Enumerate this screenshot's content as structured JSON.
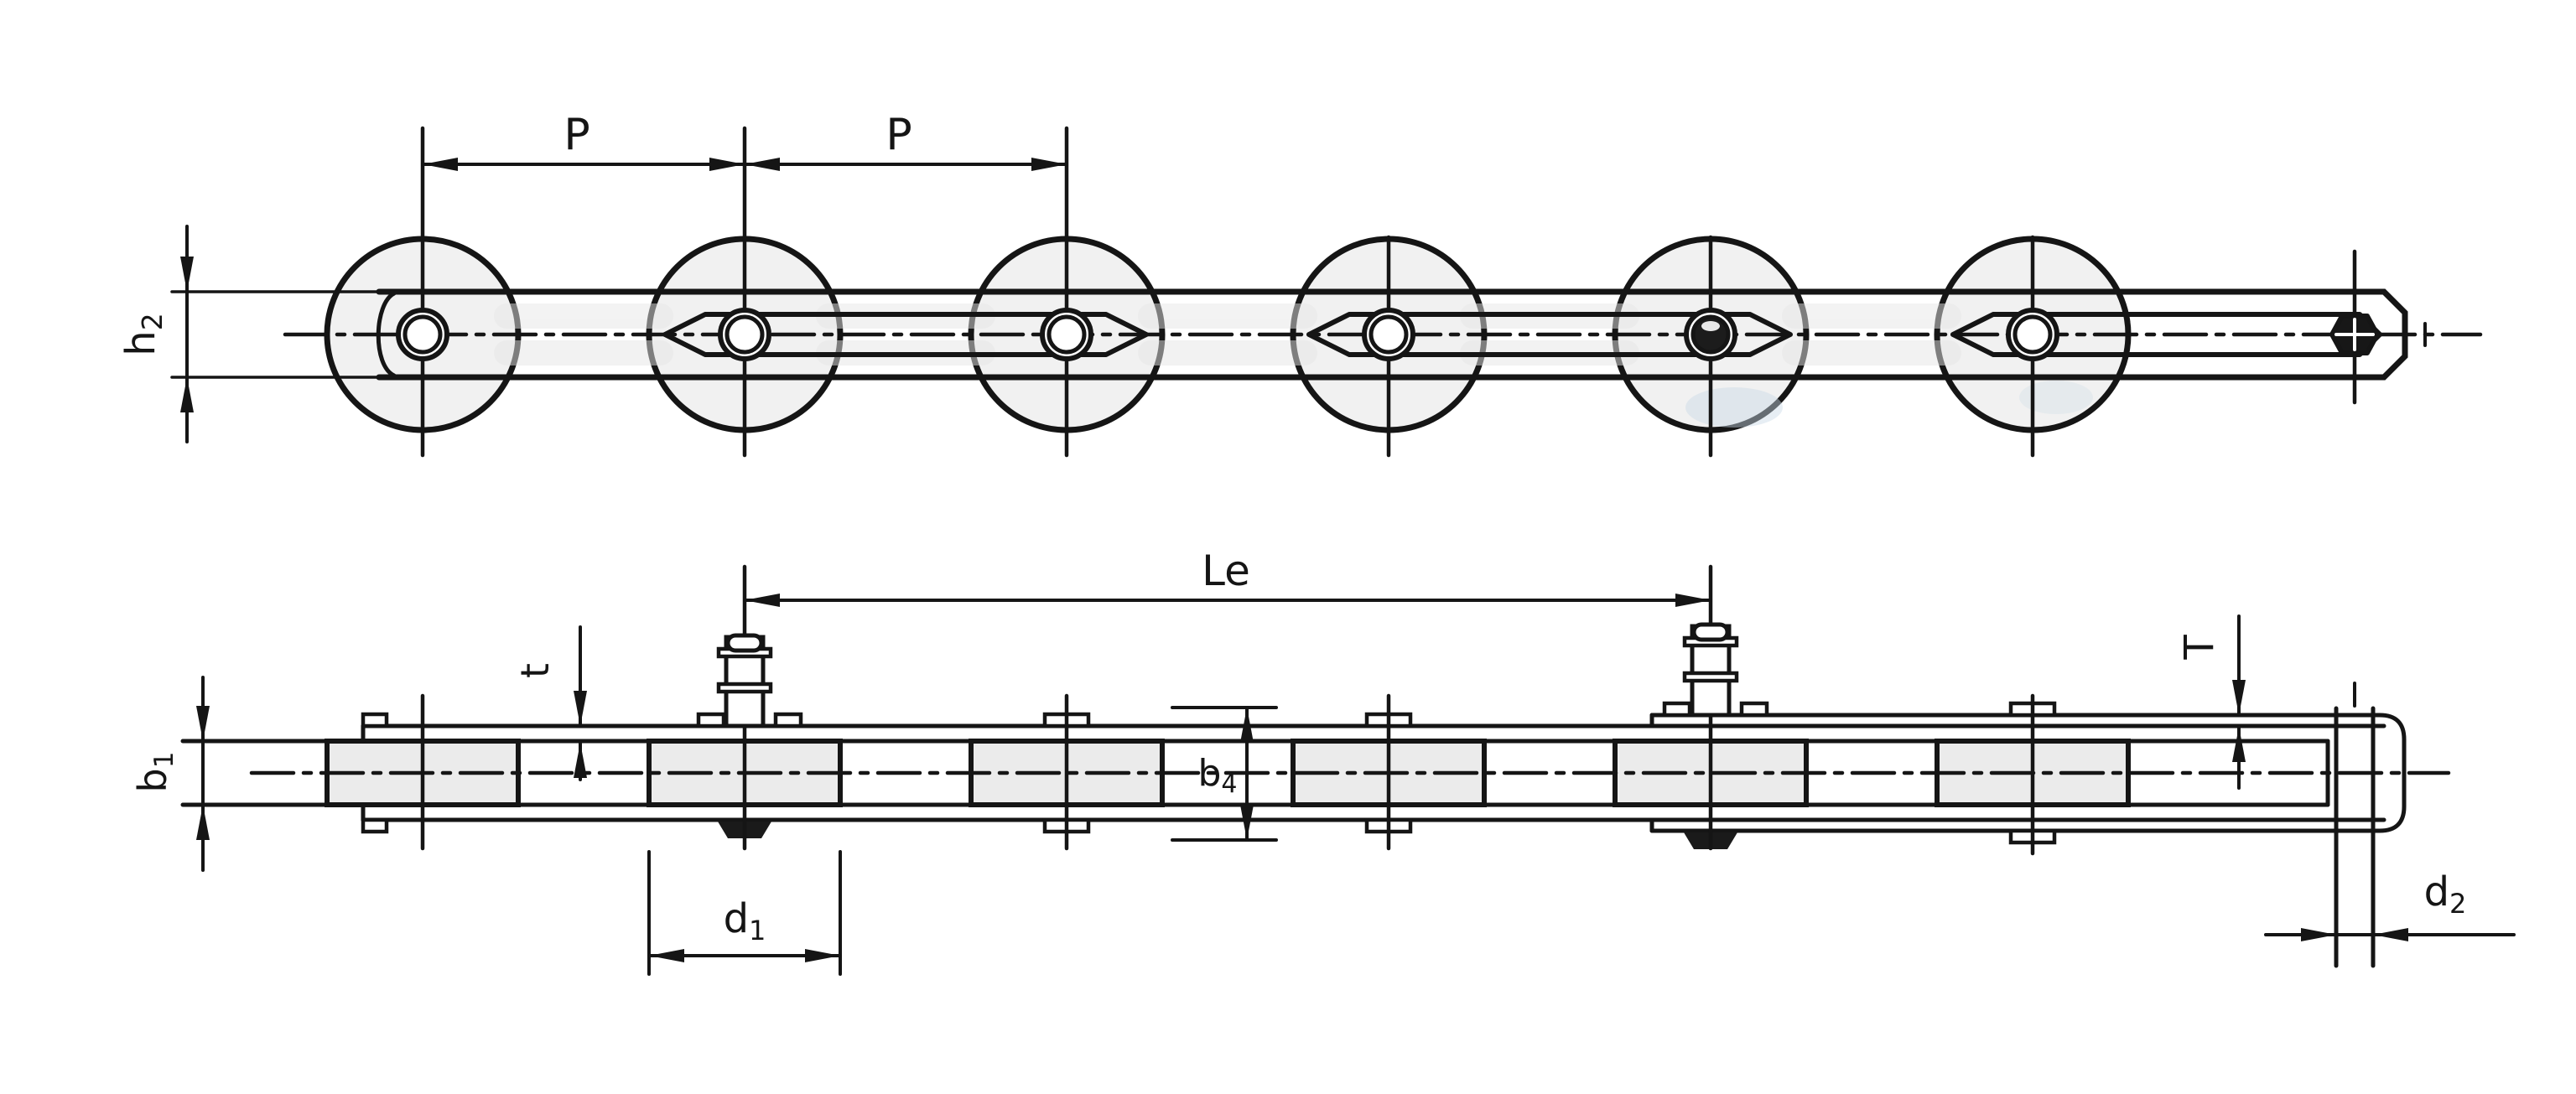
{
  "page": {
    "background": "#ffffff",
    "line_color": "#151515",
    "roller_fill_top": "#f1f1f1",
    "roller_fill_bottom": "#ebebeb",
    "shade_color": "#e7e7e7",
    "tint_color": "#c9d9e6"
  },
  "top_view": {
    "dim_pitch_1": "P",
    "dim_pitch_2": "P",
    "dim_plate_height": {
      "base": "h",
      "sub": "2"
    }
  },
  "bottom_view": {
    "dim_extended_pin_length": "Le",
    "dim_plate_thickness_inner": "t",
    "dim_inner_width": {
      "base": "b",
      "sub": "1"
    },
    "dim_roller_diameter": {
      "base": "d",
      "sub": "1"
    },
    "dim_width_over_pins": {
      "base": "b",
      "sub": "4"
    },
    "dim_plate_thickness_outer": "T",
    "dim_pin_diameter": {
      "base": "d",
      "sub": "2"
    }
  }
}
